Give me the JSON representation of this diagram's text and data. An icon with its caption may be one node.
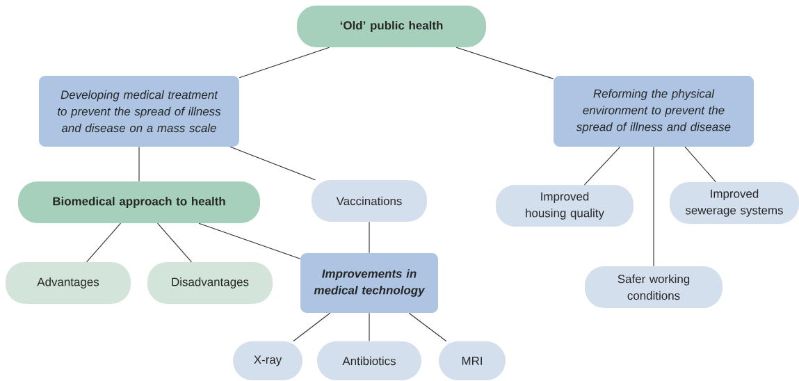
{
  "diagram": {
    "nodes": [
      {
        "text": [
          "‘Old’ public health"
        ]
      },
      {
        "text": [
          "Developing medical treatment to prevent the spread of illness and disease on a mass scale"
        ]
      },
      {
        "text": [
          "Reforming the physical environment to prevent the spread of illness and disease"
        ]
      },
      {
        "text": [
          "Biomedical approach to health"
        ]
      },
      {
        "text": [
          "Vaccinations"
        ]
      },
      {
        "text": [
          "Improved housing quality"
        ]
      },
      {
        "text": [
          "Improved sewerage systems"
        ]
      },
      {
        "text": [
          "Advantages"
        ]
      },
      {
        "text": [
          "Disadvantages"
        ]
      },
      {
        "text": [
          "Improvements in medical technology"
        ]
      },
      {
        "text": [
          "Safer working conditions"
        ]
      },
      {
        "text": [
          "X-ray"
        ]
      },
      {
        "text": [
          "Antibiotics"
        ]
      },
      {
        "text": [
          "MRI"
        ]
      }
    ],
    "edges": [
      {
        "from": 0,
        "to": 1,
        "arrow": "none"
      },
      {
        "from": 0,
        "to": 2,
        "arrow": "none"
      },
      {
        "from": 1,
        "to": 3,
        "arrow": "none"
      },
      {
        "from": 1,
        "to": 4,
        "arrow": "none"
      },
      {
        "from": 2,
        "to": 5,
        "arrow": "none"
      },
      {
        "from": 2,
        "to": 6,
        "arrow": "none"
      },
      {
        "from": 2,
        "to": 10,
        "arrow": "none"
      },
      {
        "from": 3,
        "to": 7,
        "arrow": "none"
      },
      {
        "from": 3,
        "to": 8,
        "arrow": "none"
      },
      {
        "from": 3,
        "to": 9,
        "arrow": "none"
      },
      {
        "from": 4,
        "to": 9,
        "arrow": "none"
      },
      {
        "from": 9,
        "to": 11,
        "arrow": "none"
      },
      {
        "from": 9,
        "to": 12,
        "arrow": "none"
      },
      {
        "from": 9,
        "to": 13,
        "arrow": "none"
      }
    ]
  }
}
